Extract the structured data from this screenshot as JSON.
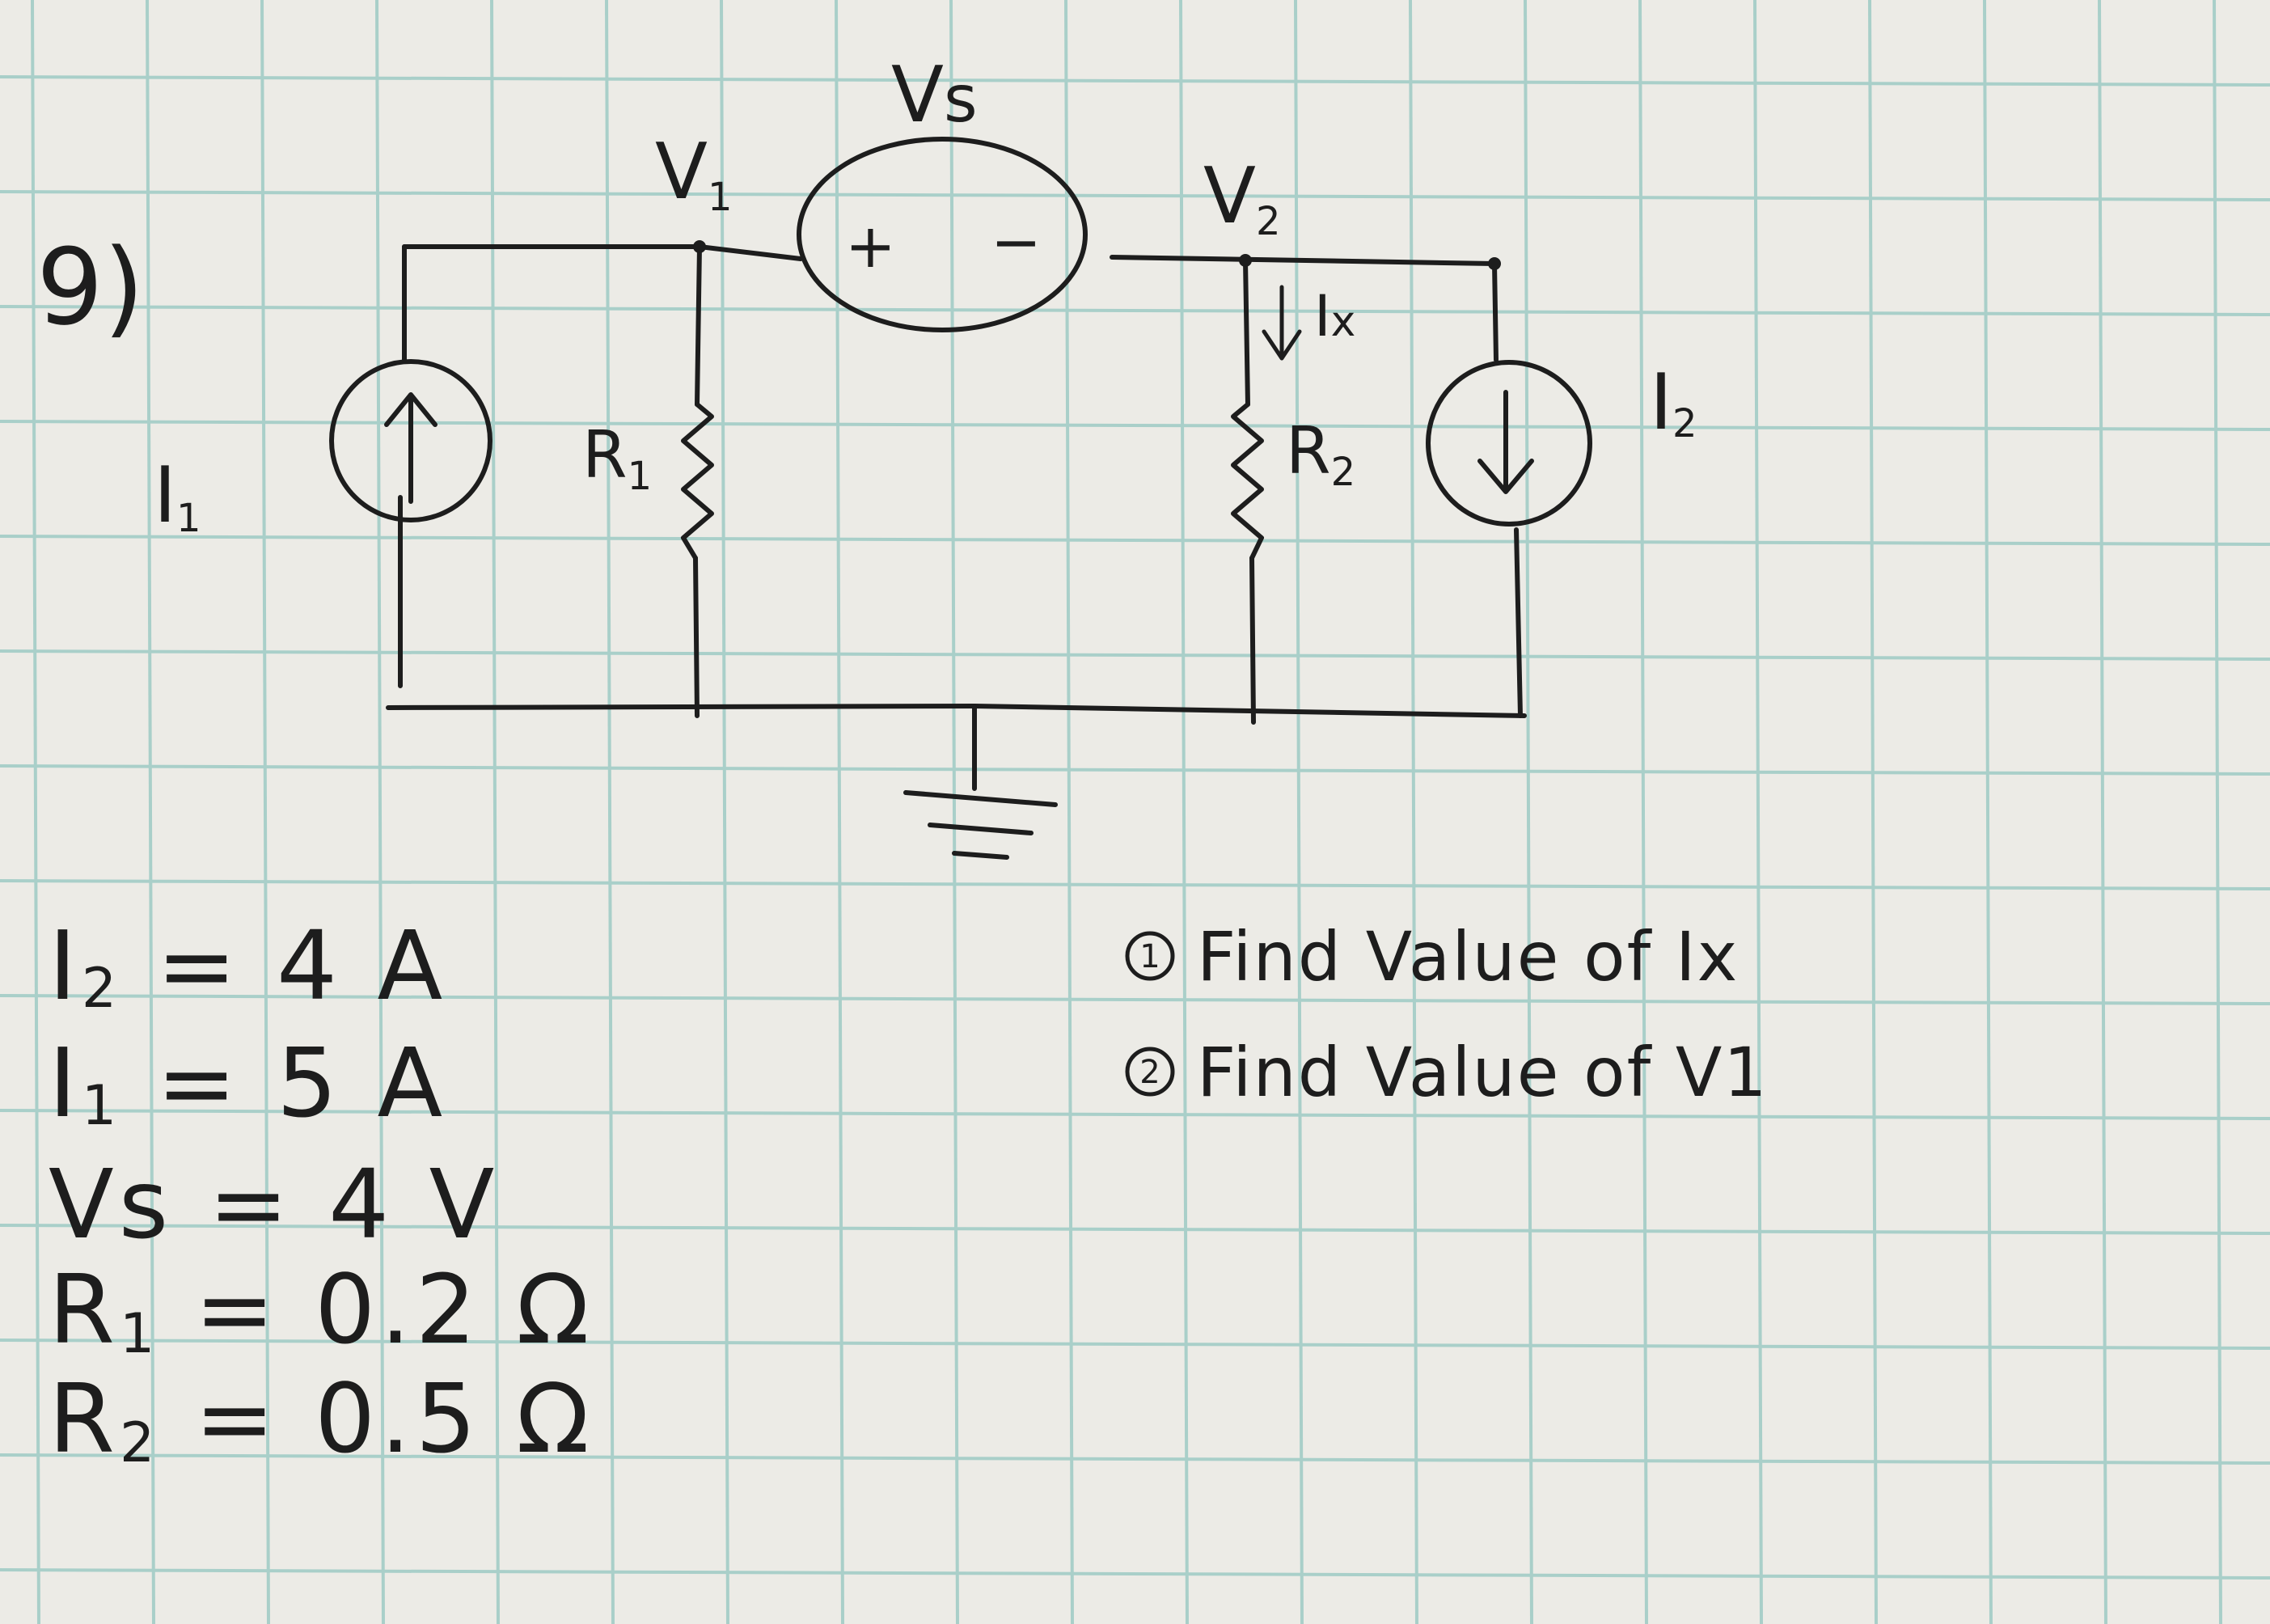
{
  "problem_number": "9)",
  "nodes": {
    "v1": {
      "main": "V",
      "sub": "1"
    },
    "v2": {
      "main": "V",
      "sub": "2"
    }
  },
  "components": {
    "vs": {
      "main": "V",
      "sub": "s",
      "plus": "+",
      "minus": "−"
    },
    "i1": {
      "main": "I",
      "sub": "1"
    },
    "i2": {
      "main": "I",
      "sub": "2"
    },
    "r1": {
      "main": "R",
      "sub": "1"
    },
    "r2": {
      "main": "R",
      "sub": "2"
    },
    "ix": {
      "main": "I",
      "sub": "x"
    }
  },
  "given_values": [
    {
      "symbol": "I",
      "sub": "2",
      "rest": " = 4 A"
    },
    {
      "symbol": "I",
      "sub": "1",
      "rest": " = 5 A"
    },
    {
      "symbol": "Vs",
      "sub": "",
      "rest": " = 4 V"
    },
    {
      "symbol": "R",
      "sub": "1",
      "rest": " = 0.2 Ω"
    },
    {
      "symbol": "R",
      "sub": "2",
      "rest": " = 0.5 Ω"
    }
  ],
  "questions": [
    {
      "number": "1",
      "text": "Find Value of Ix"
    },
    {
      "number": "2",
      "text": "Find Value of V1"
    }
  ],
  "colors": {
    "paper": "#ecebe6",
    "grid": "#a9cfc9",
    "ink": "#1d1d1d"
  }
}
